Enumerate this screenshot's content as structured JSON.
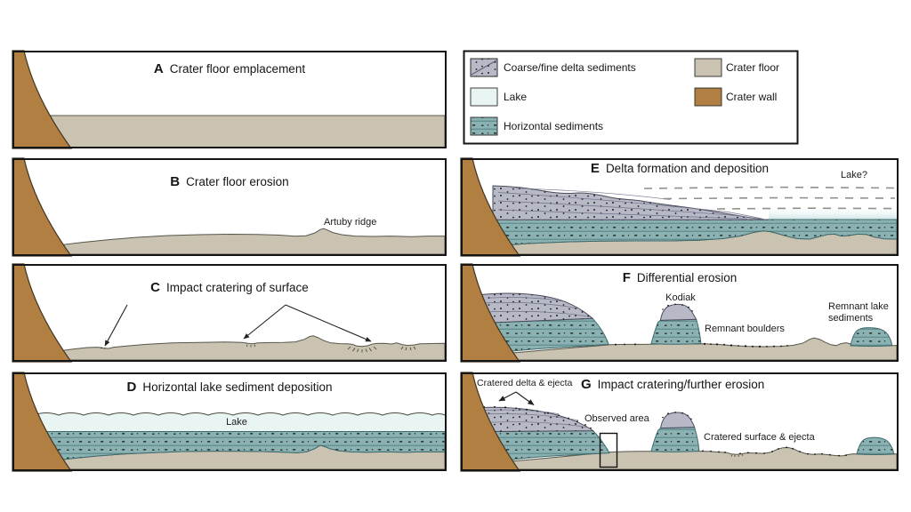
{
  "figure": {
    "panels": {
      "a": {
        "letter": "A",
        "title": "Crater floor emplacement"
      },
      "b": {
        "letter": "B",
        "title": "Crater floor erosion",
        "labels": {
          "artuby_ridge": "Artuby ridge"
        }
      },
      "c": {
        "letter": "C",
        "title": "Impact cratering of surface"
      },
      "d": {
        "letter": "D",
        "title": "Horizontal lake sediment deposition",
        "labels": {
          "lake": "Lake"
        }
      },
      "e": {
        "letter": "E",
        "title": "Delta formation and deposition",
        "labels": {
          "lake_question": "Lake?"
        }
      },
      "f": {
        "letter": "F",
        "title": "Differential erosion",
        "labels": {
          "kodiak": "Kodiak",
          "remnant_boulders": "Remnant boulders",
          "remnant_lake_sediments": "Remnant lake sediments"
        }
      },
      "g": {
        "letter": "G",
        "title": "Impact cratering/further erosion",
        "labels": {
          "cratered_delta": "Cratered delta & ejecta",
          "observed_area": "Observed area",
          "cratered_surface": "Cratered surface & ejecta"
        }
      }
    },
    "legend": {
      "items": [
        {
          "id": "delta-sediments",
          "label": "Coarse/fine delta sediments"
        },
        {
          "id": "lake",
          "label": "Lake"
        },
        {
          "id": "horizontal-sediments",
          "label": "Horizontal sediments"
        },
        {
          "id": "crater-floor",
          "label": "Crater floor"
        },
        {
          "id": "crater-wall",
          "label": "Crater wall"
        }
      ]
    },
    "colors": {
      "crater_wall": "#b07f41",
      "crater_floor": "#cac3b2",
      "lake": "#e9f5f3",
      "horizontal_sediments": "#8ab2b3",
      "delta_sediments": "#b7b9c7",
      "outline": "#141414"
    }
  }
}
